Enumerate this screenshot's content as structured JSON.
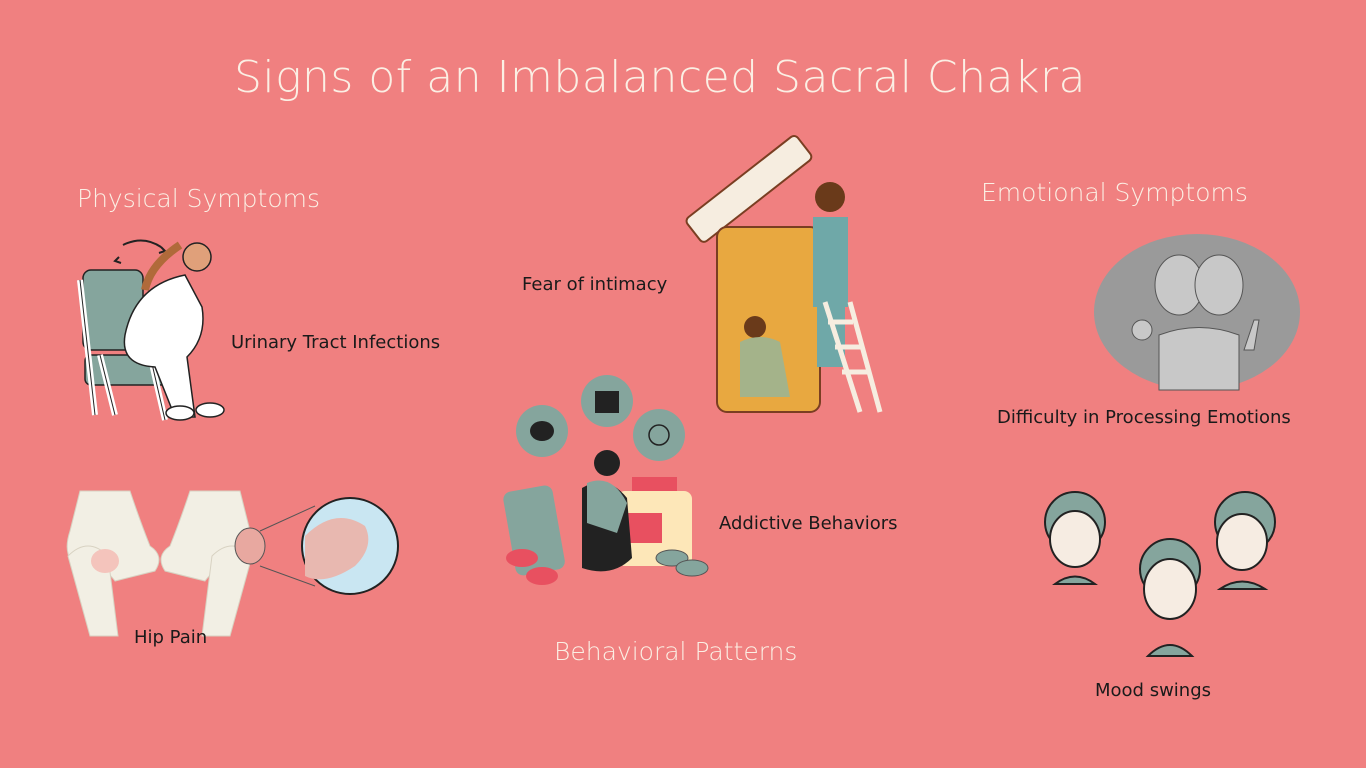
{
  "page": {
    "title": "Signs of an Imbalanced Sacral Chakra",
    "background_color": "#f08080",
    "heading_color": "#fbefe4",
    "label_color": "#1a1a1a",
    "accent_teal": "#85a59d"
  },
  "sections": {
    "physical": {
      "heading": "Physical Symptoms",
      "items": [
        {
          "label": "Urinary Tract Infections",
          "illustration": "woman-in-chair-illustration"
        },
        {
          "label": "Hip Pain",
          "illustration": "hip-joint-illustration"
        }
      ]
    },
    "behavioral": {
      "heading": "Behavioral Patterns",
      "items": [
        {
          "label": "Fear of intimacy",
          "illustration": "person-in-jar-illustration"
        },
        {
          "label": "Addictive Behaviors",
          "illustration": "woman-with-pills-illustration"
        }
      ]
    },
    "emotional": {
      "heading": "Emotional Symptoms",
      "items": [
        {
          "label": "Difficulty in Processing Emotions",
          "illustration": "two-faced-woman-illustration"
        },
        {
          "label": "Mood swings",
          "illustration": "three-faces-illustration"
        }
      ]
    }
  }
}
